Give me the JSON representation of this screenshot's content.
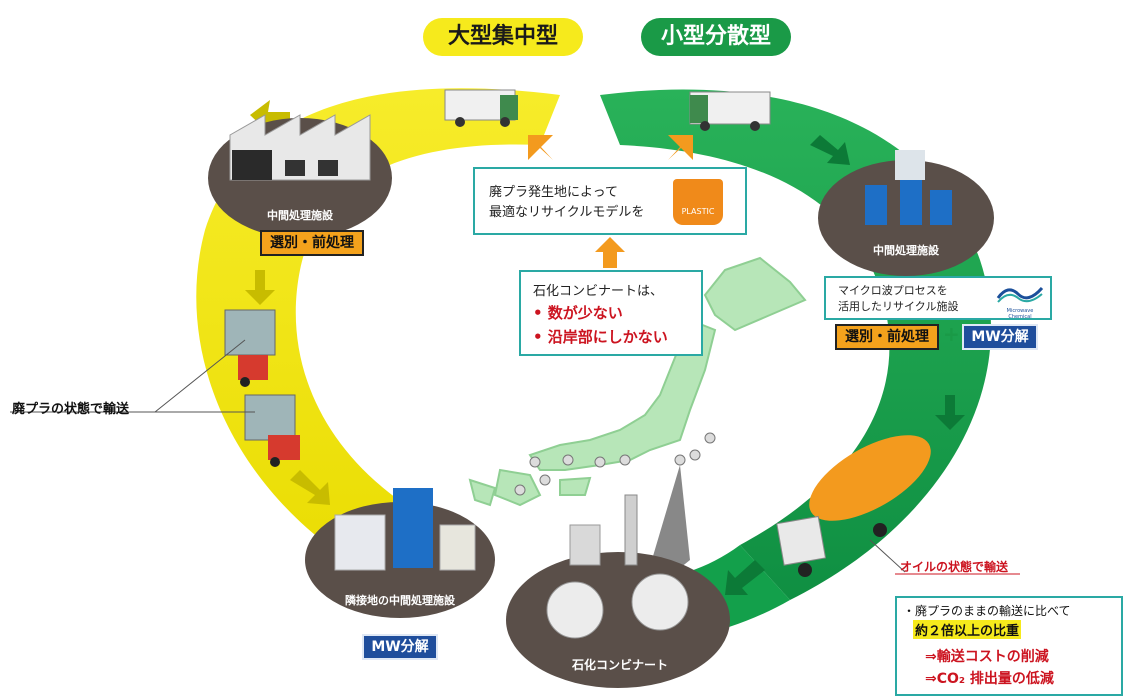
{
  "header": {
    "left_pill": "大型集中型",
    "right_pill": "小型分散型"
  },
  "center_box": {
    "line1": "廃プラ発生地によって",
    "line2": "最適なリサイクルモデルを",
    "bin_label": "PLASTIC"
  },
  "petro_box": {
    "line1": "石化コンビナートは、",
    "bullet1": "• 数が少ない",
    "bullet2": "• 沿岸部にしかない"
  },
  "left_cycle": {
    "facility1_label": "中間処理施設",
    "facility1_tag": "選別・前処理",
    "transport_label": "廃プラの状態で輸送",
    "facility2_label": "隣接地の中間処理施設",
    "facility2_tag": "MW分解"
  },
  "right_cycle": {
    "facility_label": "中間処理施設",
    "mw_box_line1": "マイクロ波プロセスを",
    "mw_box_line2": "活用したリサイクル施設",
    "mw_logo_text": "Microwave Chemical",
    "tag_orange": "選別・前処理",
    "plus": "+",
    "tag_blue": "MW分解",
    "oil_label": "オイルの状態で輸送"
  },
  "bottom_center": {
    "petro_label": "石化コンビナート"
  },
  "bottom_right_box": {
    "line1": "・廃プラのままの輸送に比べて",
    "line2": "約２倍以上の比重",
    "line3": "⇒輸送コストの削減",
    "line4": "⇒CO₂ 排出量の低減"
  },
  "colors": {
    "yellow_ring": "#f3e600",
    "green_ring": "#13a04b",
    "orange_arrow": "#f39a1e",
    "teal_border": "#2aa9a4",
    "tag_orange": "#f4a21c",
    "tag_blue": "#1f4e9c",
    "red_text": "#cc1420"
  }
}
